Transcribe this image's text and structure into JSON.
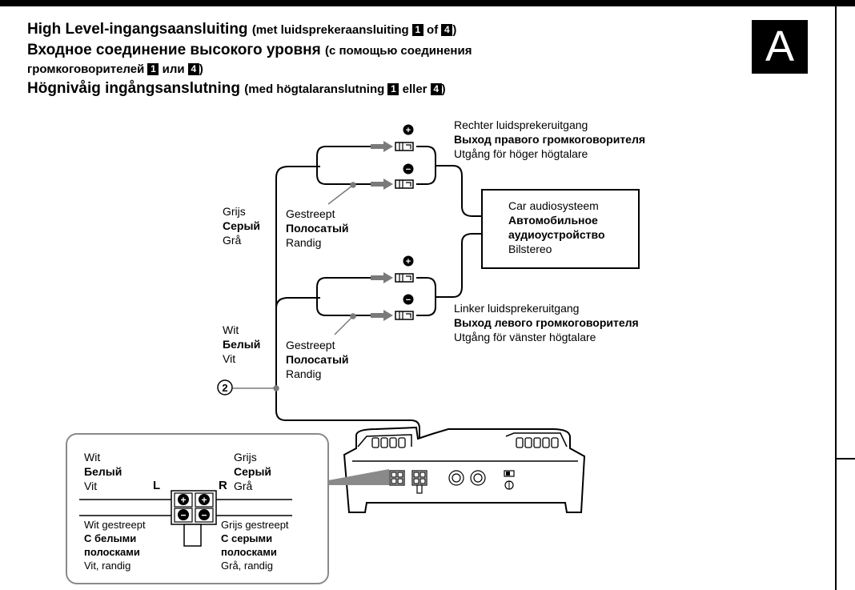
{
  "header": {
    "badge": "A",
    "title_nl_main": "High Level-ingangsaansluiting",
    "title_nl_sub": "(met luidsprekeraansluiting",
    "title_ru_main": "Входное соединение высокого уровня",
    "title_ru_sub": "(с помощью соединения",
    "title_ru_sub2": "громкоговорителей",
    "title_sv_main": "Högnivåig ingångsanslutning",
    "title_sv_sub": "(med högtalaranslutning",
    "num_1": "1",
    "num_4": "4",
    "conj_nl": "of",
    "conj_ru": "или",
    "conj_sv": "eller",
    "close_paren": ")"
  },
  "right_output": {
    "nl": "Rechter luidsprekeruitgang",
    "ru": "Выход правого громкоговорителя",
    "sv": "Utgång för höger högtalare"
  },
  "left_output": {
    "nl": "Linker luidsprekeruitgang",
    "ru": "Выход левого громкоговорителя",
    "sv": "Utgång för vänster högtalare"
  },
  "car_audio": {
    "nl": "Car audiosysteem",
    "ru_1": "Автомобильное",
    "ru_2": "аудиоустройство",
    "sv": "Bilstereo"
  },
  "wire_gray": {
    "nl": "Grijs",
    "ru": "Серый",
    "sv": "Grå"
  },
  "wire_white": {
    "nl": "Wit",
    "ru": "Белый",
    "sv": "Vit"
  },
  "striped_upper": {
    "nl": "Gestreept",
    "ru": "Полосатый",
    "sv": "Randig"
  },
  "striped_lower": {
    "nl": "Gestreept",
    "ru": "Полосатый",
    "sv": "Randig"
  },
  "callout": "2",
  "polarity": {
    "plus": "+",
    "minus": "−"
  },
  "inset": {
    "left_top": {
      "nl": "Wit",
      "ru": "Белый",
      "sv": "Vit"
    },
    "right_top": {
      "nl": "Grijs",
      "ru": "Серый",
      "sv": "Grå"
    },
    "L": "L",
    "R": "R",
    "left_bottom": {
      "nl": "Wit gestreept",
      "ru_1": "С белыми",
      "ru_2": "полосками",
      "sv": "Vit, randig"
    },
    "right_bottom": {
      "nl": "Grijs gestreept",
      "ru_1": "С серыми",
      "ru_2": "полосками",
      "sv": "Grå, randig"
    }
  }
}
